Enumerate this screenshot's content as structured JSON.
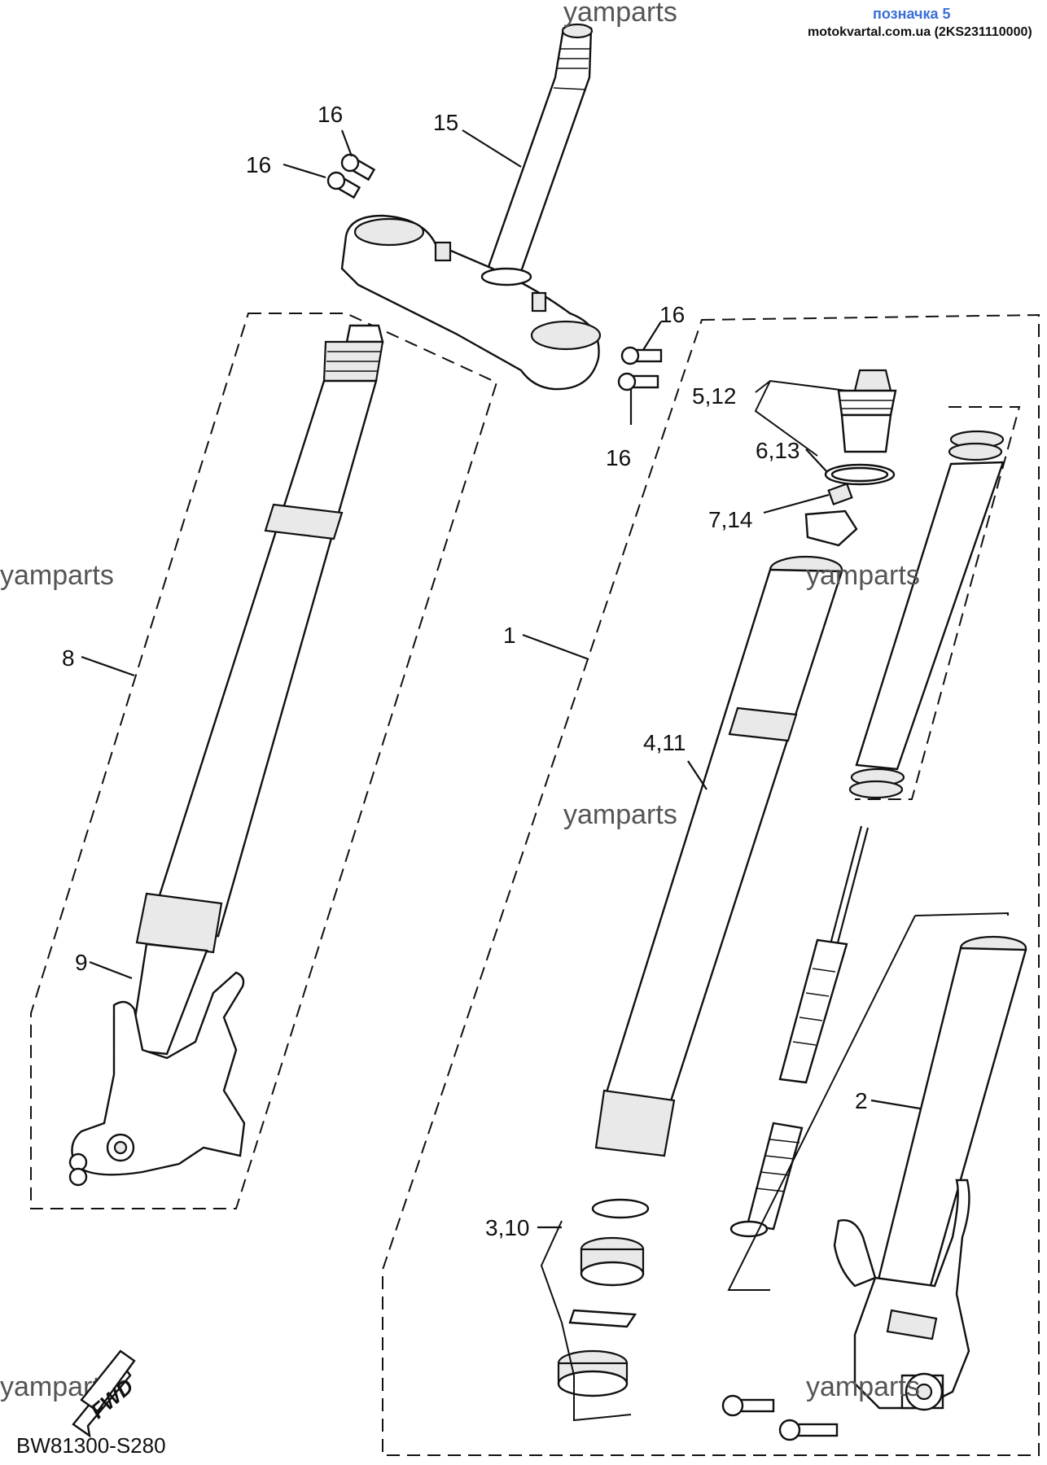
{
  "header": {
    "title": "позначка 5",
    "subtitle": "motokvartal.com.ua (2KS231110000)"
  },
  "watermarks": [
    "yamparts",
    "yamparts",
    "yamparts",
    "yamparts",
    "yamparts",
    "yamparts"
  ],
  "labels": {
    "p16a": "16",
    "p16b": "16",
    "p15": "15",
    "p16c": "16",
    "p16d": "16",
    "p5_12": "5,12",
    "p6_13": "6,13",
    "p7_14": "7,14",
    "p8": "8",
    "p1": "1",
    "p4_11": "4,11",
    "p9": "9",
    "p2": "2",
    "p3_10": "3,10"
  },
  "fwd_label": "FWD",
  "diagram_code": "BW81300-S280"
}
